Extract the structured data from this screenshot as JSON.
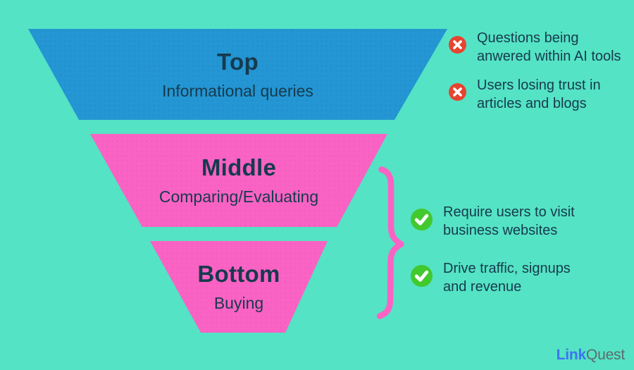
{
  "colors": {
    "background": "#54e3c4",
    "ink": "#173a4e",
    "blue": "#2396d3",
    "pink": "#fa63c4",
    "icon_red": "#e64430",
    "icon_green": "#41c92e",
    "logo_link": "#3e74f2",
    "logo_quest": "#5d6b70"
  },
  "funnel": {
    "stages": [
      {
        "id": "top",
        "label": "Top",
        "subtitle": "Informational queries",
        "color": "#2396d3"
      },
      {
        "id": "middle",
        "label": "Middle",
        "subtitle": "Comparing/Evaluating",
        "color": "#fa63c4"
      },
      {
        "id": "bottom",
        "label": "Bottom",
        "subtitle": "Buying",
        "color": "#fa63c4"
      }
    ]
  },
  "annotations": {
    "negative": [
      {
        "icon": "red-x-icon",
        "line1": "Questions being",
        "line2": "anwered within AI tools"
      },
      {
        "icon": "red-x-icon",
        "line1": "Users losing trust in",
        "line2": "articles and blogs"
      }
    ],
    "positive": [
      {
        "icon": "green-check-icon",
        "line1": "Require users to visit",
        "line2": "business websites"
      },
      {
        "icon": "green-check-icon",
        "line1": "Drive traffic, signups",
        "line2": "and revenue"
      }
    ]
  },
  "brand": {
    "name_part1": "Link",
    "name_part2": "Quest"
  }
}
